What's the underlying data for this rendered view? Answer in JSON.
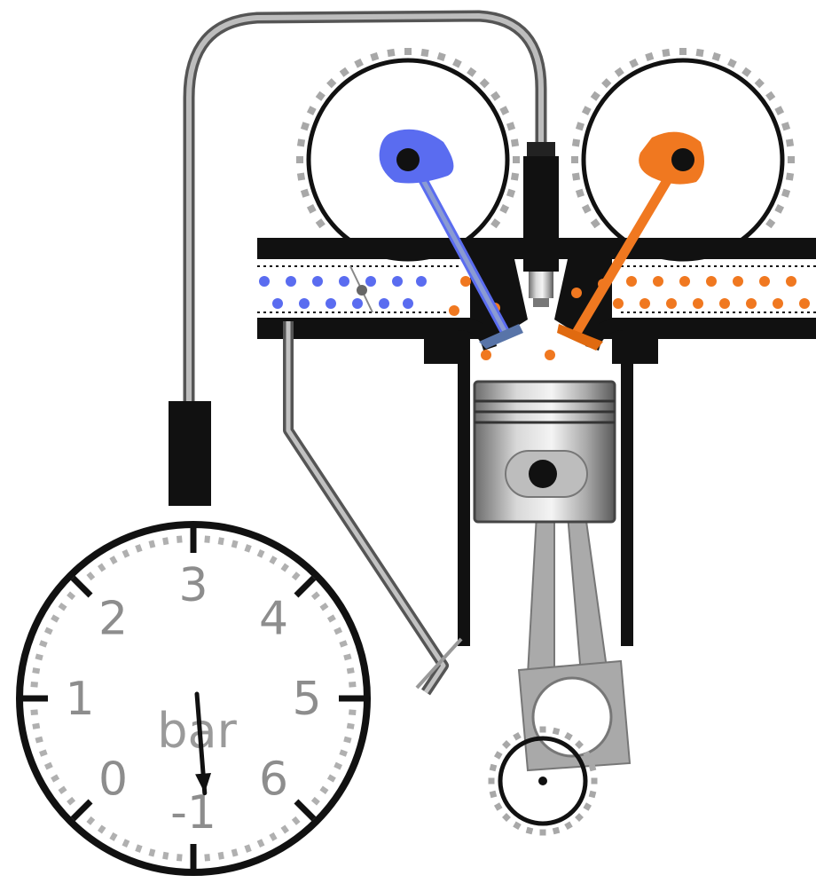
{
  "gauge": {
    "unit": "bar",
    "scale_labels": [
      "-1",
      "0",
      "1",
      "2",
      "3",
      "4",
      "5",
      "6"
    ],
    "needle_value": -1.1
  },
  "colors": {
    "intake": "#5a6cf0",
    "exhaust": "#f07820",
    "outline": "#111111",
    "tube": "#9a9a9a"
  }
}
